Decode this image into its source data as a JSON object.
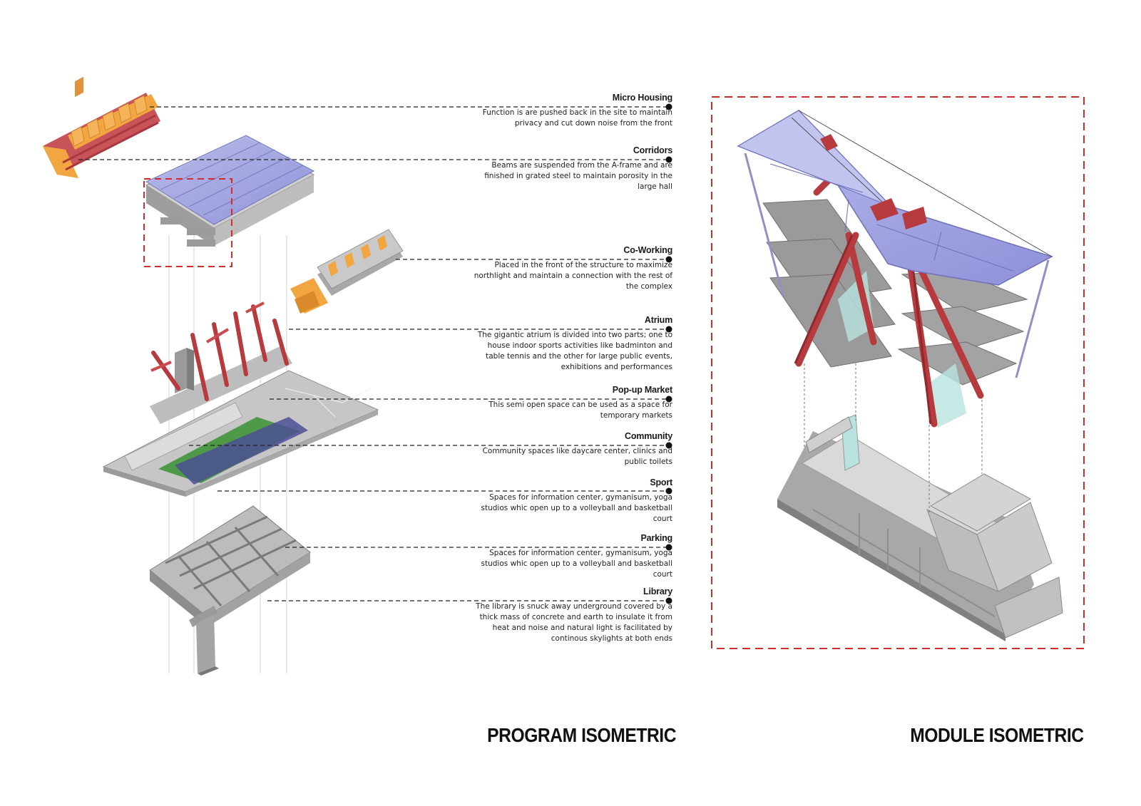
{
  "colors": {
    "accent_red": "#d12d2d",
    "roof_purple": "#9b9ee0",
    "orange": "#f2a640",
    "steel_red": "#b73a3e",
    "concrete": "#b9b9b9",
    "green": "#4f9a49",
    "glass": "#b9e3e0"
  },
  "labels": [
    {
      "title": "Micro Housing",
      "desc": "Function is are pushed back in the site to maintain privacy and cut down noise from the front"
    },
    {
      "title": "Corridors",
      "desc": "Beams are suspended from the A-frame and are finished in grated steel to maintain porosity in the large hall"
    },
    {
      "title": "Co-Working",
      "desc": "Placed in the front of the structure to maximize northlight and maintain a connection with the rest of the complex"
    },
    {
      "title": "Atrium",
      "desc": "The gigantic atrium is divided into two parts; one to house indoor sports activities like badminton and table tennis and the other for large public events, exhibitions and performances"
    },
    {
      "title": "Pop-up Market",
      "desc": "This semi open space can be used as a space for temporary markets"
    },
    {
      "title": "Community",
      "desc": "Community spaces like daycare center, clinics and public toilets"
    },
    {
      "title": "Sport",
      "desc": "Spaces for information center, gymanisum, yoga studios whic open up to a volleyball and basketball court"
    },
    {
      "title": "Parking",
      "desc": "Spaces for information center, gymanisum, yoga studios whic open up to a volleyball and basketball court"
    },
    {
      "title": "Library",
      "desc": "The library is snuck away underground covered by a thick mass of concrete and earth to insulate it from heat and noise and natural light is facilitated by continous skylights at both ends"
    }
  ],
  "titles": {
    "program": "PROGRAM ISOMETRIC",
    "module": "MODULE ISOMETRIC"
  }
}
